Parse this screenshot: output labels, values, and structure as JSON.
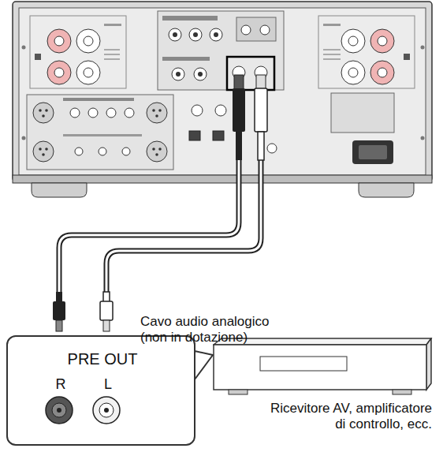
{
  "diagram": {
    "nodes": [
      {
        "text": [
          "PRE OUT",
          "R",
          "L"
        ]
      },
      {
        "text": [
          "Ricevitore AV, amplificatore di controllo, ecc."
        ]
      }
    ],
    "edges": [
      {
        "from": 0,
        "to": 1,
        "arrow": "none"
      }
    ],
    "labels": [
      "Cavo audio analogico (non in dotazione)"
    ]
  }
}
